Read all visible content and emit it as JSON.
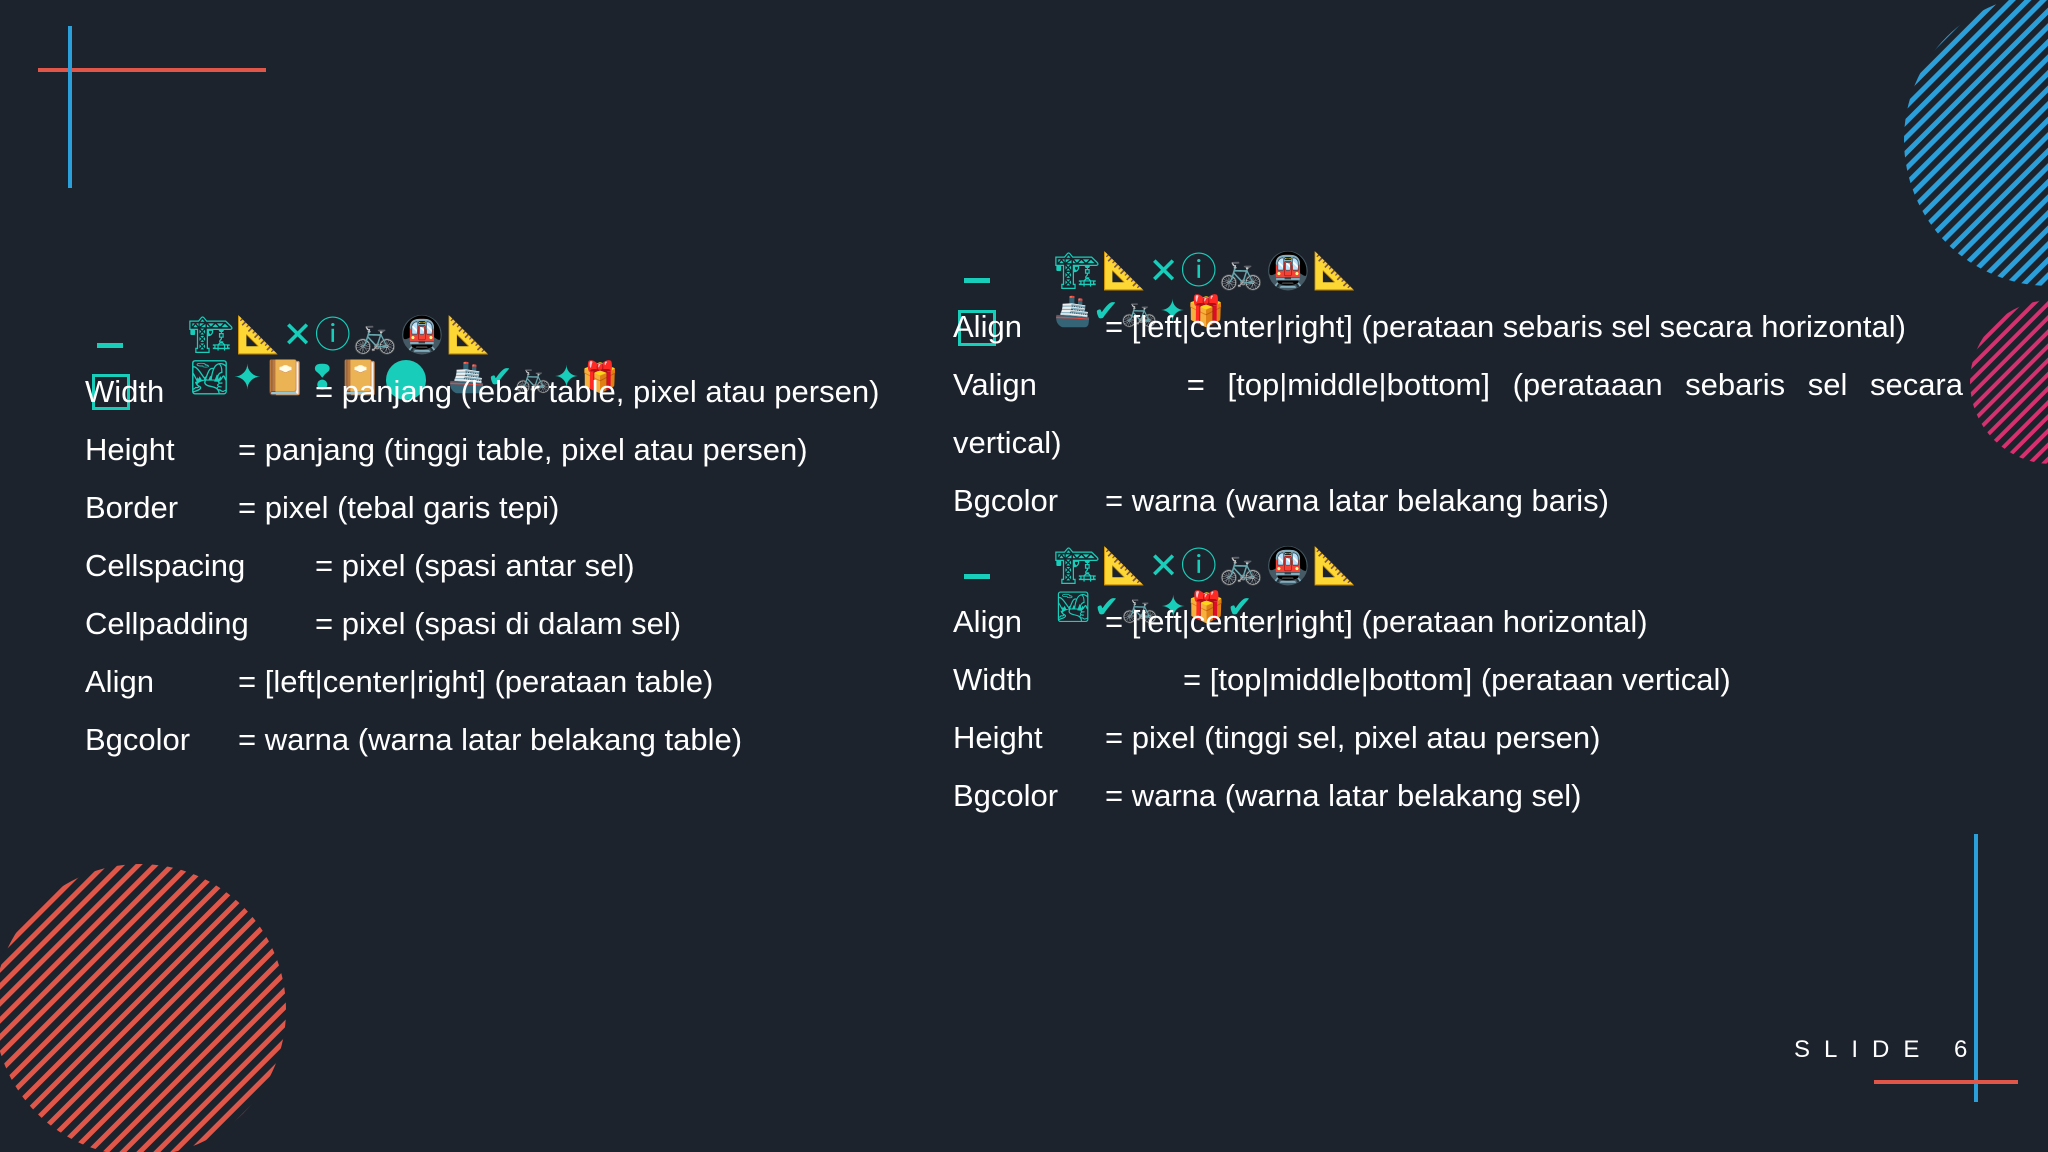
{
  "table_attributes": [
    {
      "key": "Width",
      "value": "= panjang (lebar table, pixel atau persen)"
    },
    {
      "key": "Height",
      "value": "= panjang (tinggi table, pixel atau persen)"
    },
    {
      "key": "Border",
      "value": "= pixel (tebal garis tepi)"
    },
    {
      "key": "Cellspacing",
      "value": "= pixel (spasi antar sel)"
    },
    {
      "key": "Cellpadding",
      "value": "= pixel (spasi di dalam sel)"
    },
    {
      "key": "Align",
      "value": "= [left|center|right] (perataan table)"
    },
    {
      "key": "Bgcolor",
      "value": "= warna (warna latar belakang table)"
    }
  ],
  "row_attributes": {
    "align": {
      "key": "Align",
      "value": "= [left|center|right] (perataan sebaris sel secara horizontal)"
    },
    "valign": {
      "key": "Valign",
      "value": "= [top|middle|bottom] (perataaan sebaris sel secara",
      "wrap": "vertical)"
    },
    "bgcolor": {
      "key": "Bgcolor",
      "value": "= warna (warna latar belakang baris)"
    }
  },
  "cell_attributes": [
    {
      "key": "Align",
      "value": "= [left|center|right] (perataan horizontal)"
    },
    {
      "key": "Width",
      "value": "= [top|middle|bottom] (perataan vertical)"
    },
    {
      "key": "Height",
      "value": "= pixel (tinggi sel, pixel atau persen)"
    },
    {
      "key": "Bgcolor",
      "value": "= warna (warna latar belakang sel)"
    }
  ],
  "glyph_rows": {
    "line1": "🏗📐✕ⓘ🚲🚇📐",
    "line2_a": "🏞✦📔❢📔",
    "line2_b": "🚢✔🚲✦🎁",
    "line3": "🏞✔🚲✦🎁✔"
  },
  "slide_label": "SLIDE 6",
  "colors": {
    "background": "#1c232d",
    "accent_red": "#e0574a",
    "accent_blue": "#2b9fd9",
    "accent_pink": "#d6306f",
    "glyph_teal": "#18cdb9"
  }
}
